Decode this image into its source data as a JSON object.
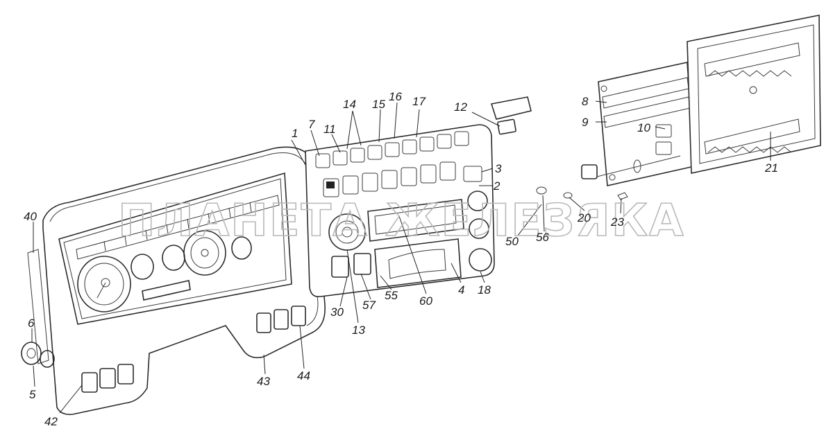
{
  "watermark": "ПЛАНЕТА ЖЕЛЕЗЯКА",
  "colors": {
    "line": "#2a2a2a",
    "watermark": "#b8b8b8",
    "background": "#ffffff"
  },
  "callouts": {
    "c1": "1",
    "c2": "2",
    "c3": "3",
    "c4": "4",
    "c5": "5",
    "c6": "6",
    "c7": "7",
    "c8": "8",
    "c9": "9",
    "c10": "10",
    "c11": "11",
    "c12": "12",
    "c13": "13",
    "c14": "14",
    "c15": "15",
    "c16": "16",
    "c17": "17",
    "c18": "18",
    "c20": "20",
    "c21": "21",
    "c23": "23",
    "c30": "30",
    "c40": "40",
    "c42": "42",
    "c43": "43",
    "c44": "44",
    "c50": "50",
    "c55": "55",
    "c56": "56",
    "c57": "57",
    "c60": "60"
  }
}
